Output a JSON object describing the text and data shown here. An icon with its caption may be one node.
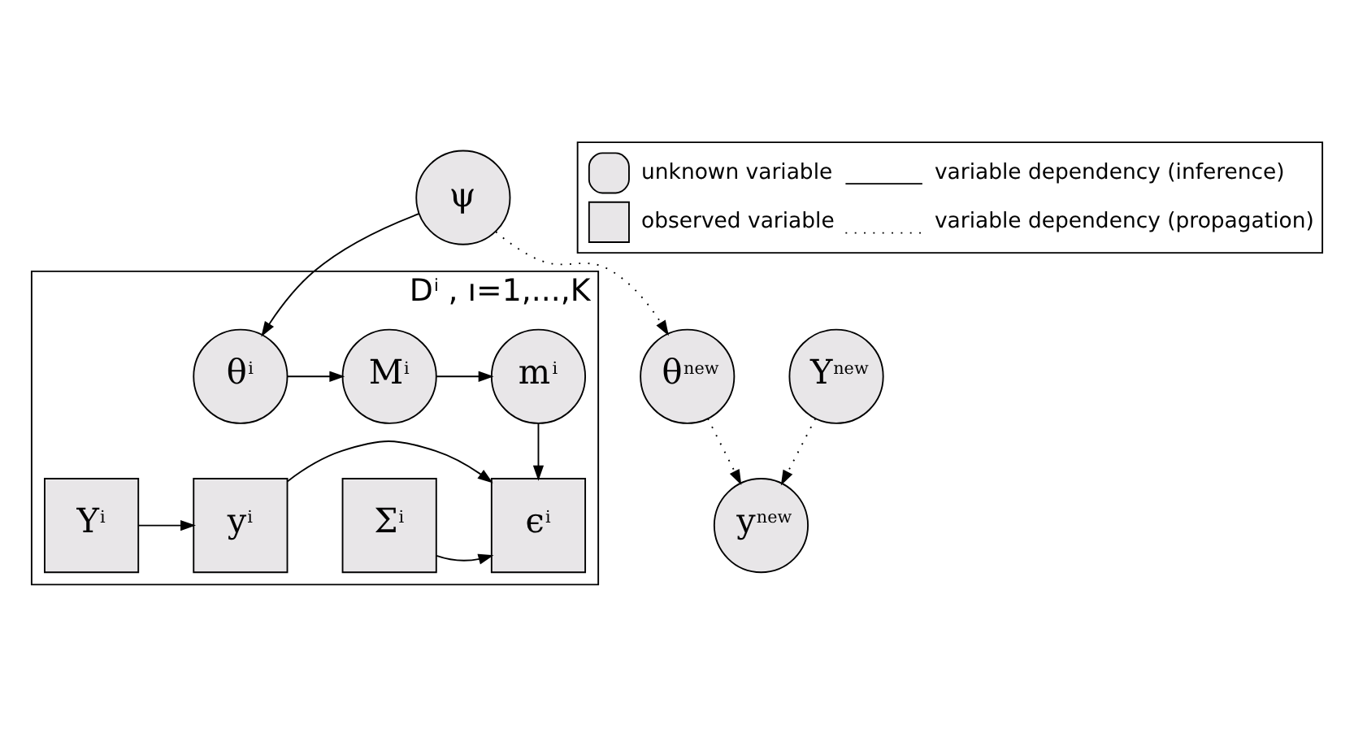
{
  "diagram": {
    "nodes": [
      {
        "text": [
          "ψ"
        ]
      },
      {
        "text": [
          "θ$^{new}$"
        ]
      },
      {
        "text": [
          "y$^{new}$"
        ]
      },
      {
        "text": [
          "Y$^{new}$"
        ]
      },
      {
        "text": [
          "D$^{i}$ , ı=1,...,K"
        ]
      },
      {
        "text": [
          "θ$^{i}$"
        ],
        "in": 4
      },
      {
        "text": [
          "M$^{i}$"
        ],
        "in": 4
      },
      {
        "text": [
          "m$^{i}$"
        ],
        "in": 4
      },
      {
        "text": [
          "Σ$^{i}$"
        ],
        "in": 4
      },
      {
        "text": [
          "ϵ$^{i}$"
        ],
        "in": 4
      },
      {
        "text": [
          "y$^{i}$"
        ],
        "in": 4
      },
      {
        "text": [
          "Y$^{i}$"
        ],
        "in": 4
      }
    ],
    "edges": [
      {
        "from": 0,
        "to": 1,
        "arrow": "to",
        "style": "dashed"
      },
      {
        "from": 1,
        "to": 2,
        "arrow": "to",
        "style": "dashed"
      },
      {
        "from": 3,
        "to": 2,
        "arrow": "to",
        "style": "dashed"
      },
      {
        "from": 0,
        "to": 5,
        "arrow": "to"
      },
      {
        "from": 5,
        "to": 6,
        "arrow": "to"
      },
      {
        "from": 6,
        "to": 7,
        "arrow": "to"
      },
      {
        "from": 7,
        "to": 9,
        "arrow": "to"
      },
      {
        "from": 8,
        "to": 9,
        "arrow": "to"
      },
      {
        "from": 10,
        "to": 9,
        "arrow": "to"
      },
      {
        "from": 11,
        "to": 10,
        "arrow": "to"
      }
    ],
    "legend": [
      {
        "text": "unknown variable"
      },
      {
        "text": "variable dependency (inference)"
      },
      {
        "text": "observed variable"
      },
      {
        "text": "variable dependency (propagation)"
      }
    ]
  }
}
